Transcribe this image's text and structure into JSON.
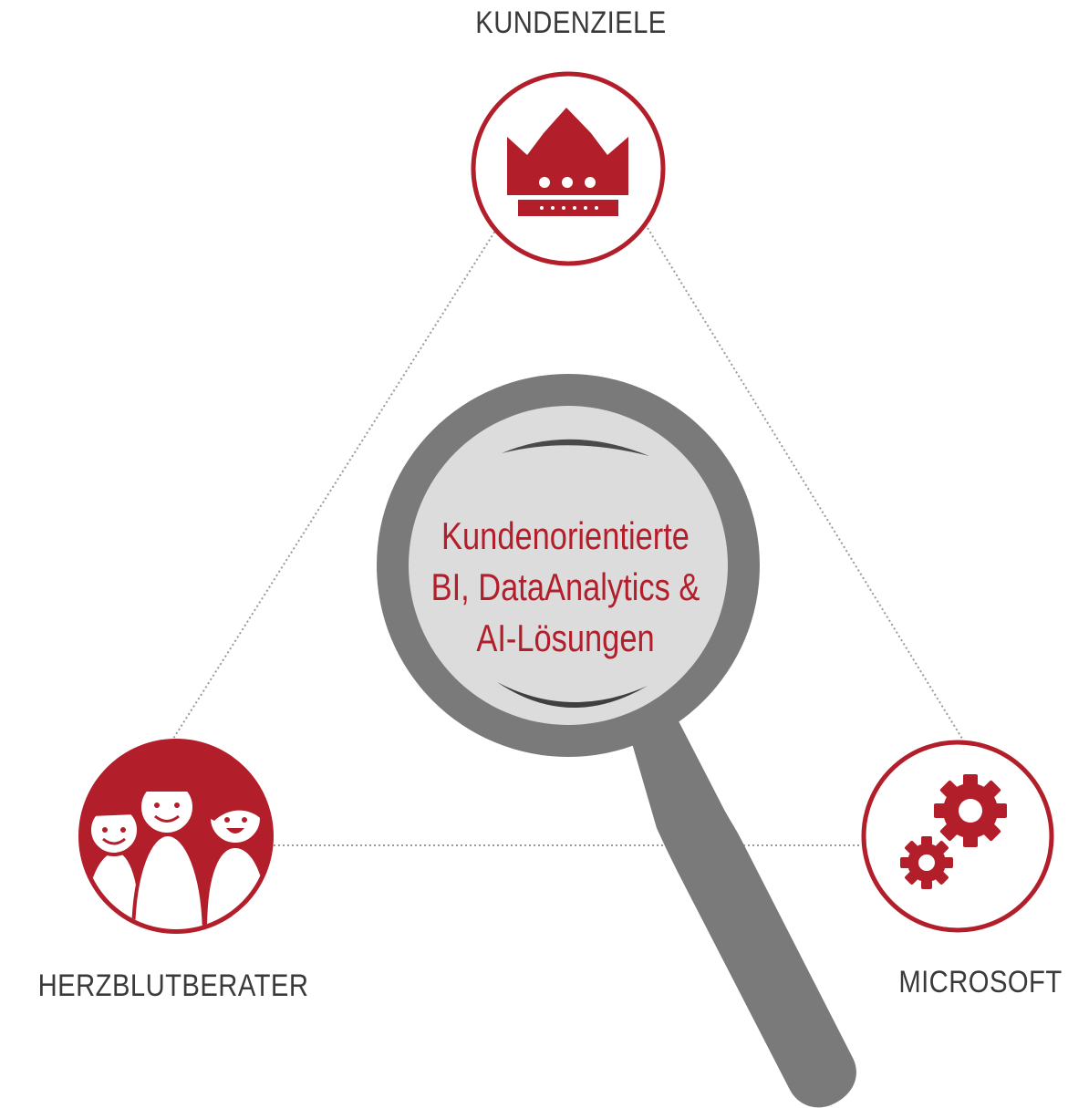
{
  "colors": {
    "accent": "#b31e2b",
    "lens_frame": "#7a7a7a",
    "lens_glass": "#dcdcdc",
    "text": "#3a3a3a",
    "connector": "#9a9a9a"
  },
  "nodes": {
    "top": {
      "label": "KUNDENZIELE",
      "icon": "crown-icon"
    },
    "left": {
      "label": "HERZBLUTBERATER",
      "icon": "people-group-icon"
    },
    "right": {
      "label": "MICROSOFT",
      "icon": "gears-icon"
    }
  },
  "center": {
    "icon": "magnifying-glass-icon",
    "lines": [
      "Kundenorientierte",
      "BI, DataAnalytics &",
      "AI-Lösungen"
    ]
  }
}
